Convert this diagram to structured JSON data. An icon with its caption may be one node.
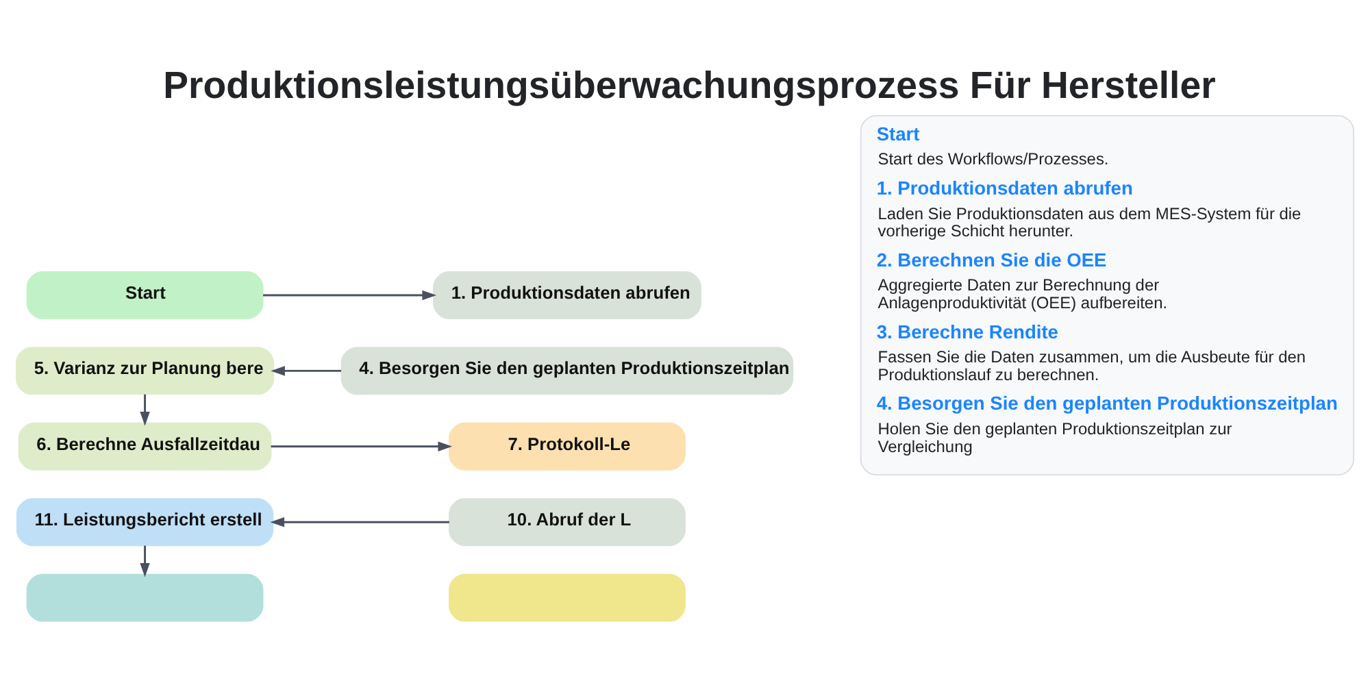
{
  "diagram": {
    "title": "Produktionsleistungsüberwachungsprozess Für Hersteller",
    "nodes": [
      {
        "text": [
          "Start"
        ]
      },
      {
        "text": [
          "1. Produktionsdaten abrufen"
        ]
      },
      {
        "text": [
          "5. Varianz zur Planung bere"
        ]
      },
      {
        "text": [
          "4. Besorgen Sie den geplanten Produktionszeitplan"
        ]
      },
      {
        "text": [
          "6. Berechne Ausfallzeitdau"
        ]
      },
      {
        "text": [
          "7. Protokoll-Le"
        ]
      },
      {
        "text": [
          "11. Leistungsbericht erstell"
        ]
      },
      {
        "text": [
          "10. Abruf der L"
        ]
      },
      {
        "text": [],
        "shape": "box"
      },
      {
        "text": [],
        "shape": "box"
      },
      {
        "text": [
          "Start",
          "Start des Workflows/Prozesses.",
          "1. Produktionsdaten abrufen",
          "Laden Sie Produktionsdaten aus dem MES-System für die vorherige Schicht herunter.",
          "2. Berechnen Sie die OEE",
          "Aggregierte Daten zur Berechnung der Anlagenproduktivität (OEE) aufbereiten.",
          "3. Berechne Rendite",
          "Fassen Sie die Daten zusammen, um die Ausbeute für den Produktionslauf zu berechnen.",
          "4. Besorgen Sie den geplanten Produktionszeitplan",
          "Holen Sie den geplanten Produktionszeitplan zur Vergleichung"
        ]
      }
    ],
    "edges": [
      {
        "from": 0,
        "to": 1,
        "arrow": "to"
      },
      {
        "from": 3,
        "to": 2,
        "arrow": "to"
      },
      {
        "from": 2,
        "to": 4,
        "arrow": "to"
      },
      {
        "from": 4,
        "to": 5,
        "arrow": "to"
      },
      {
        "from": 7,
        "to": 6,
        "arrow": "to"
      },
      {
        "from": 6,
        "to": 8,
        "arrow": "to"
      }
    ]
  }
}
